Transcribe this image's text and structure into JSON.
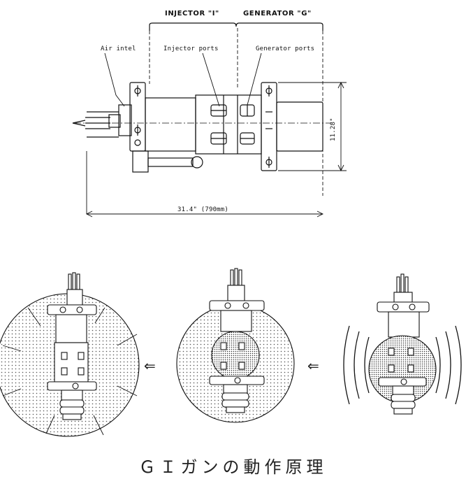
{
  "top_diagram": {
    "section_injector": "INJECTOR \"I\"",
    "section_generator": "GENERATOR \"G\"",
    "label_air_inlet": "Air intel",
    "label_injector_ports": "Injector ports",
    "label_generator_ports": "Generator ports",
    "dim_height": "11.28\"",
    "dim_length": "31.4\" (790mm)"
  },
  "sequence": {
    "arrow_left": "⇐",
    "arrow_right": "⇐"
  },
  "caption": "ＧＩガンの動作原理"
}
